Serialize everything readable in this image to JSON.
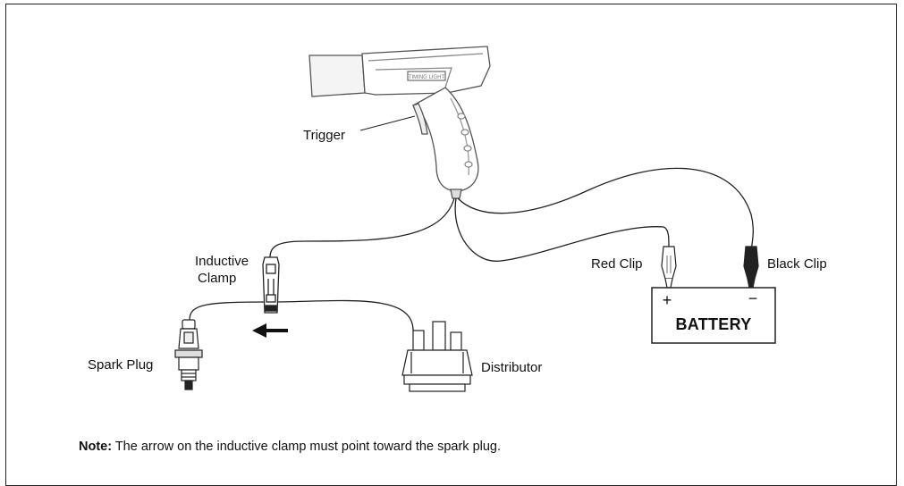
{
  "labels": {
    "trigger": "Trigger",
    "inductive_clamp_line1": "Inductive",
    "inductive_clamp_line2": "Clamp",
    "spark_plug": "Spark Plug",
    "distributor": "Distributor",
    "red_clip": "Red Clip",
    "black_clip": "Black Clip",
    "battery": "BATTERY",
    "plus": "+",
    "minus": "−",
    "gun_badge": "TIMING LIGHT"
  },
  "note": {
    "prefix": "Note:",
    "text": " The arrow on the inductive clamp must point toward the spark plug."
  }
}
